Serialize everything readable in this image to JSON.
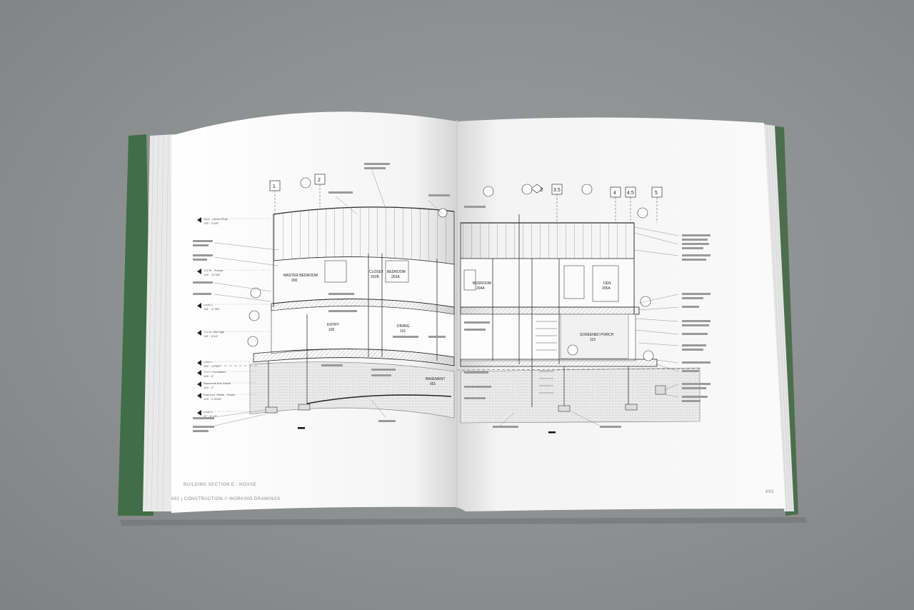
{
  "book": {
    "left_page": {
      "caption": "BUILDING SECTION E - HOUSE",
      "footer": "692 | CONSTRUCTION // WORKING DRAWINGS",
      "grid_labels": [
        "1",
        "2"
      ]
    },
    "right_page": {
      "page_number": "693",
      "grid_labels": [
        "3",
        "3.5",
        "4",
        "4.5",
        "5"
      ]
    },
    "rooms": [
      {
        "name": "MASTER BEDROOM",
        "number": "200"
      },
      {
        "name": "CLOSET",
        "number": "201B"
      },
      {
        "name": "BEDROOM",
        "number": "203A"
      },
      {
        "name": "BEDROOM",
        "number": "204A"
      },
      {
        "name": "DEN",
        "number": "205A"
      },
      {
        "name": "ENTRY",
        "number": "100"
      },
      {
        "name": "DINING",
        "number": "101"
      },
      {
        "name": "SCREENED PORCH",
        "number": "115"
      },
      {
        "name": "BASEMENT",
        "number": "001"
      }
    ],
    "levels": [
      {
        "name": "Roof - House Peak",
        "elev": "139' - 5 5/8\""
      },
      {
        "name": "T.O.W. - House",
        "elev": "126' - 10 5/8\""
      },
      {
        "name": "Level 2",
        "elev": "118' - 11 3/8\""
      },
      {
        "name": "T.O.W. Site High",
        "elev": "115' - 8 3/4\""
      },
      {
        "name": "Level 1",
        "elev": "106' - 10 3/8\""
      },
      {
        "name": "T.O.F. Foundation",
        "elev": "106' - 0\""
      },
      {
        "name": "Basement Ave Grade",
        "elev": "104' - 0\""
      },
      {
        "name": "East Ave. Grade - House",
        "elev": "103' - 4 20/35\""
      },
      {
        "name": "Level 0",
        "elev": "97' - 8 1/2\""
      }
    ]
  }
}
